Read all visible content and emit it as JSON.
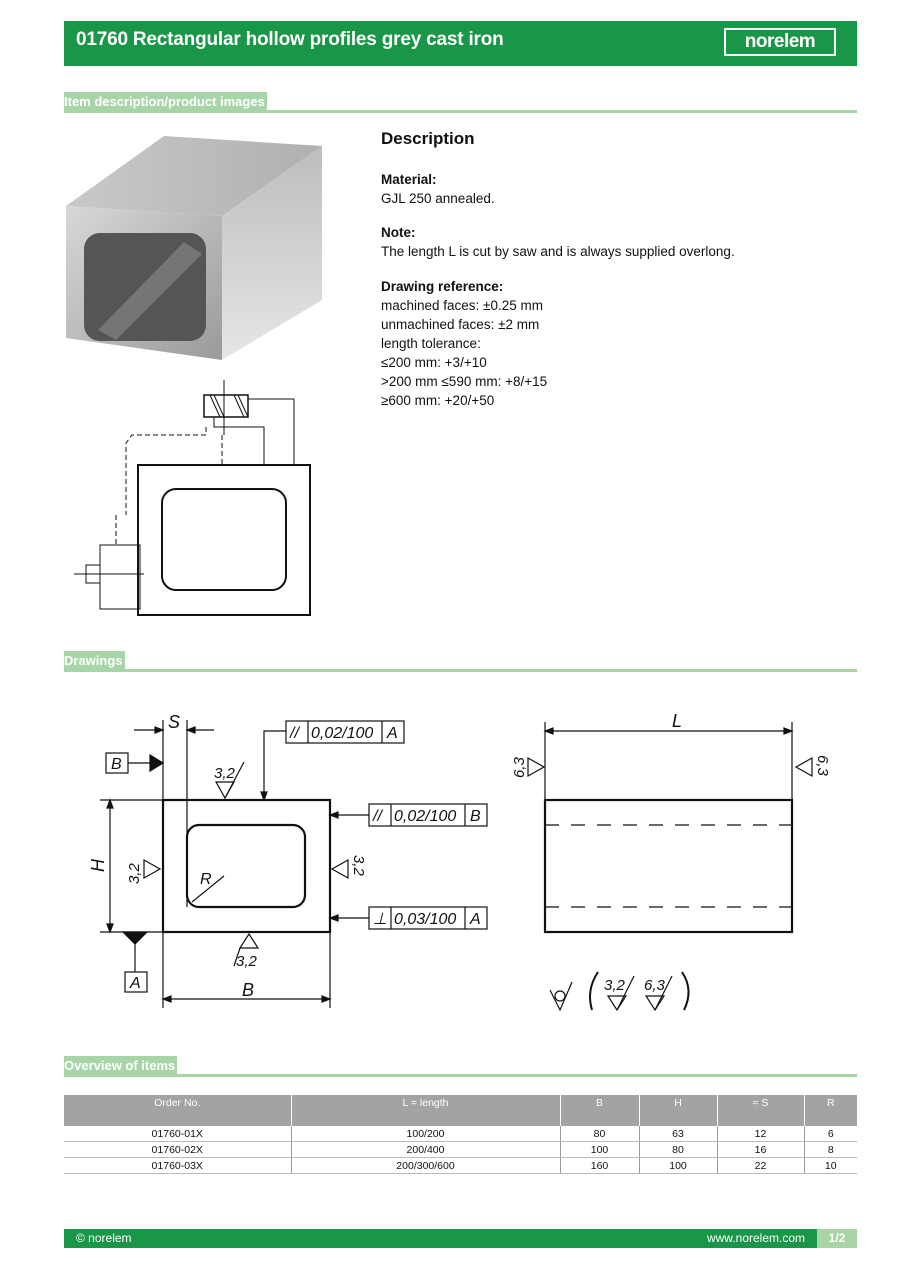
{
  "header": {
    "title": "01760 Rectangular hollow profiles grey cast iron",
    "logo": "norelem"
  },
  "sections": {
    "item_description": "Item description/product images",
    "drawings": "Drawings",
    "overview": "Overview of items"
  },
  "description": {
    "heading": "Description",
    "material_label": "Material:",
    "material": "GJL 250 annealed.",
    "note_label": "Note:",
    "note": "The length L is cut by saw and is always supplied overlong.",
    "drawing_ref_label": "Drawing reference:",
    "drawing_ref_lines": [
      "machined faces: ±0.25 mm",
      "unmachined faces: ±2 mm",
      "length tolerance:",
      "≤200 mm: +3/+10",
      ">200 mm ≤590 mm: +8/+15",
      "≥600 mm: +20/+50"
    ]
  },
  "drawing_labels": {
    "S": "S",
    "L": "L",
    "H": "H",
    "B": "B",
    "R": "R",
    "A": "A",
    "Bref": "B",
    "tol1": "0,02/100",
    "tol2": "0,02/100",
    "tol3": "0,03/100",
    "r32": "3,2",
    "r63": "6,3"
  },
  "table": {
    "headers": [
      "Order No.",
      "L = length",
      "B",
      "H",
      "≈ S",
      "R"
    ],
    "rows": [
      [
        "01760-01X",
        "100/200",
        "80",
        "63",
        "12",
        "6"
      ],
      [
        "01760-02X",
        "200/400",
        "100",
        "80",
        "16",
        "8"
      ],
      [
        "01760-03X",
        "200/300/600",
        "160",
        "100",
        "22",
        "10"
      ]
    ]
  },
  "footer": {
    "copyright": "© norelem",
    "url": "www.norelem.com",
    "page": "1/2"
  }
}
